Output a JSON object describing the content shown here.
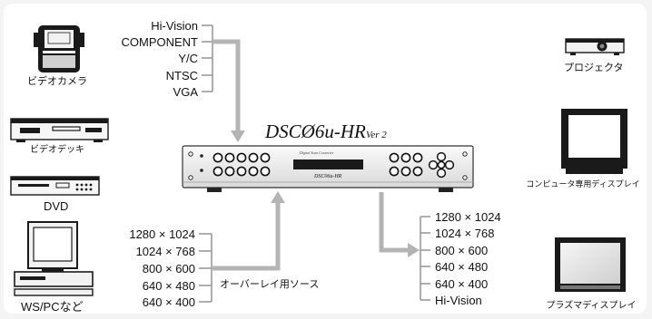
{
  "product": {
    "name": "DSCØ6u-HR",
    "version": "Ver 2",
    "panel_small_text": "Digital Scan Converter",
    "panel_logo": "DSC06u-HR"
  },
  "inputs_video": {
    "items": [
      "Hi-Vision",
      "COMPONENT",
      "Y/C",
      "NTSC",
      "VGA"
    ]
  },
  "inputs_pc": {
    "items": [
      "1280 × 1024",
      "1024 × 768",
      "800 × 600",
      "640 × 480",
      "640 × 400"
    ],
    "overlay_label": "オーバーレイ用ソース"
  },
  "outputs": {
    "items": [
      "1280 × 1024",
      "1024 × 768",
      "800 × 600",
      "640 × 480",
      "640 × 400",
      "Hi-Vision"
    ]
  },
  "devices": {
    "video_camera": "ビデオカメラ",
    "video_deck": "ビデオデッキ",
    "dvd": "DVD",
    "ws_pc": "WS/PCなど",
    "projector": "プロジェクタ",
    "computer_display": "コンピュータ専用ディスプレイ",
    "plasma_display": "プラズマディスプレイ"
  },
  "colors": {
    "arrow": "#b4b4b4",
    "bracket": "#9a9a9a",
    "device_dark": "#1a1a1a",
    "device_light": "#f2f2f2"
  }
}
